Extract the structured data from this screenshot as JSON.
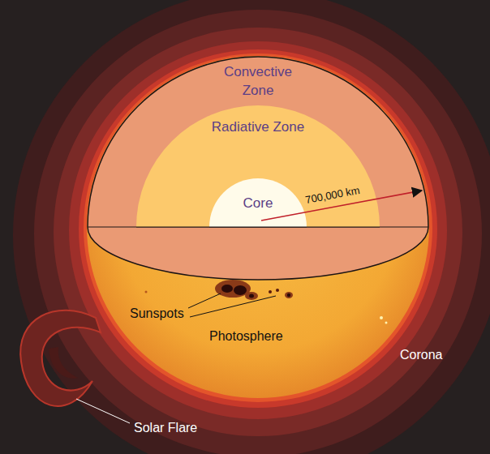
{
  "diagram": {
    "nodes": [
      {
        "text": [
          "Convective Zone"
        ]
      },
      {
        "text": [
          "Radiative Zone"
        ],
        "in": 0
      },
      {
        "text": [
          "Core"
        ],
        "in": 1
      }
    ],
    "labels": [
      "700,000 km",
      "Sunspots",
      "Photosphere",
      "Corona",
      "Solar Flare"
    ]
  }
}
